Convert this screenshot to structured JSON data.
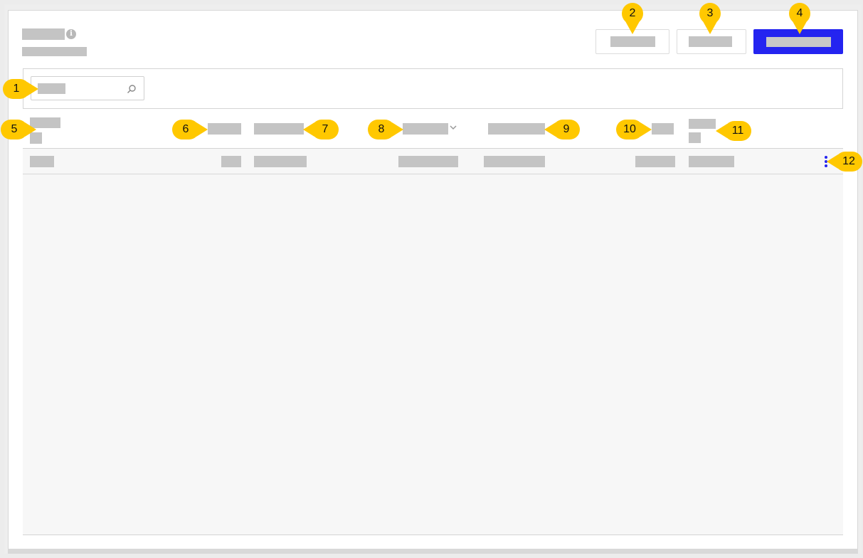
{
  "markers": {
    "m1": "1",
    "m2": "2",
    "m3": "3",
    "m4": "4",
    "m5": "5",
    "m6": "6",
    "m7": "7",
    "m8": "8",
    "m9": "9",
    "m10": "10",
    "m11": "11",
    "m12": "12"
  },
  "colors": {
    "primary": "#2424f0",
    "marker": "#ffc800",
    "placeholder_block": "#c4c4c4",
    "table_bg": "#f7f7f7"
  },
  "icons": {
    "info": "info-icon",
    "search": "search-icon",
    "sort": "chevron-down-icon",
    "row_menu": "kebab-menu-icon"
  }
}
